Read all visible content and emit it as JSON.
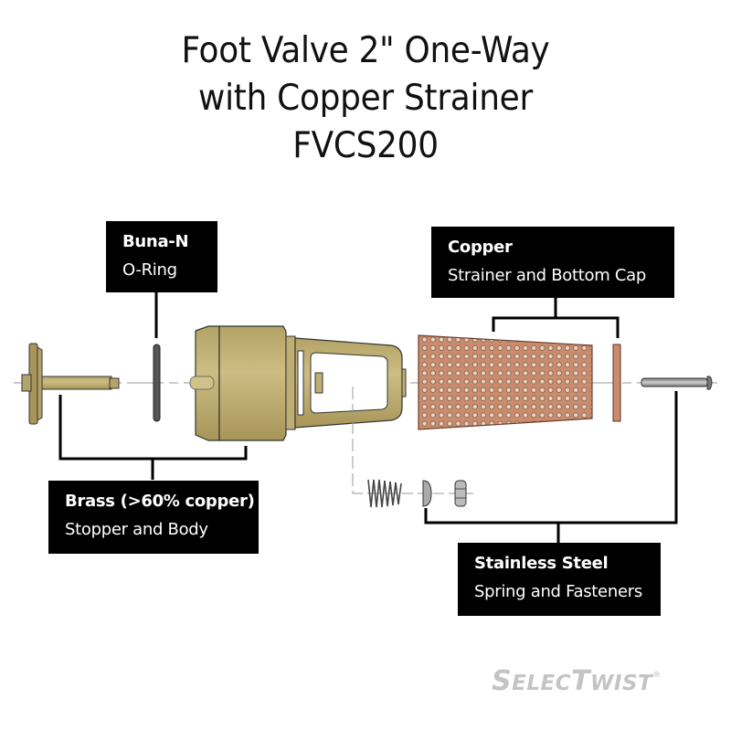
{
  "title": {
    "line1": "Foot Valve 2\" One-Way",
    "line2": "with Copper Strainer",
    "line3": "FVCS200"
  },
  "labels": {
    "buna": {
      "material": "Buna-N",
      "parts": "O-Ring"
    },
    "copper": {
      "material": "Copper",
      "parts": "Strainer and Bottom Cap"
    },
    "brass": {
      "material": "Brass (>60% copper)",
      "parts": "Stopper and Body"
    },
    "steel": {
      "material": "Stainless Steel",
      "parts": "Spring and Fasteners"
    }
  },
  "logo": {
    "s": "S",
    "elec": "ELEC",
    "t": "T",
    "wist": "WIST",
    "mark": "®"
  },
  "colors": {
    "brass": "#c2b27a",
    "brass_dark": "#8a7a45",
    "copper": "#c98d6e",
    "steel": "#9a9a9a",
    "rubber": "#555555",
    "label_bg": "#000000",
    "logo": "#c4c4c4"
  }
}
